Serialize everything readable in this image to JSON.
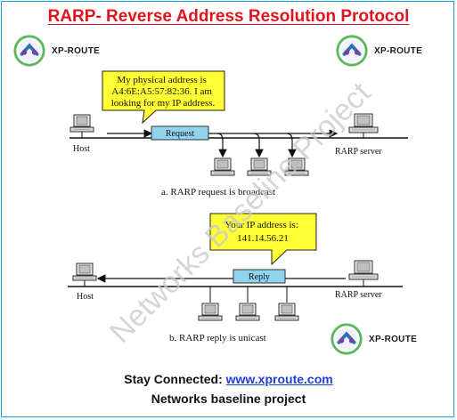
{
  "title": "RARP- Reverse Address Resolution Protocol",
  "logo": {
    "text": "XP-ROUTE",
    "colors": {
      "green": "#5cb85c",
      "blue": "#2d6fb8",
      "purple": "#7b3fa0"
    }
  },
  "watermark": "Networks Baseline Project",
  "part_a": {
    "bubble": [
      "My physical address is",
      "A4:6E:A5:57:82:36. I am",
      "looking for my IP address."
    ],
    "packet": "Request",
    "host": "Host",
    "server": "RARP server",
    "caption": "a. RARP request is broadcast"
  },
  "part_b": {
    "bubble": [
      "Your IP address is:",
      "141.14.56.21"
    ],
    "packet": "Reply",
    "host": "Host",
    "server": "RARP server",
    "caption": "b. RARP reply is unicast"
  },
  "footer": {
    "stay_label": "Stay Connected:",
    "url": "www.xproute.com",
    "project": "Networks baseline project"
  },
  "colors": {
    "title": "#e0141e",
    "bubble_fill": "#ffff33",
    "packet_fill": "#8fd3ee",
    "link": "#1e3fd8",
    "frame": "#1aa0d8"
  }
}
